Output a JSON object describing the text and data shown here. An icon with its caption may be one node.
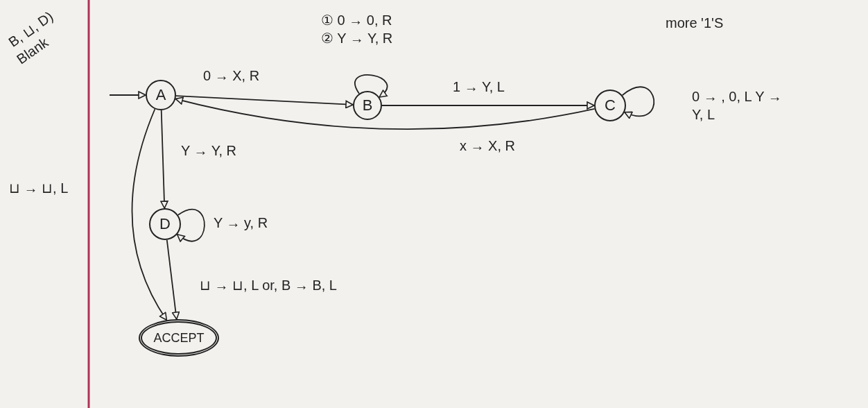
{
  "diagram": {
    "nodes": [
      {
        "text": [
          "A"
        ]
      },
      {
        "text": [
          "B"
        ]
      },
      {
        "text": [
          "C"
        ]
      },
      {
        "text": [
          "D"
        ]
      },
      {
        "text": [
          "ACCEPT"
        ]
      }
    ],
    "edges": [
      {
        "from": null,
        "to": 0,
        "arrow": "to"
      },
      {
        "from": 0,
        "to": 1,
        "arrow": "to",
        "label": "0 → X, R"
      },
      {
        "from": 1,
        "to": 1,
        "arrow": "to",
        "label": "① 0 → 0, R ② Y → Y, R"
      },
      {
        "from": 1,
        "to": 2,
        "arrow": "to",
        "label": "1 → Y, L"
      },
      {
        "from": 2,
        "to": 2,
        "arrow": "to",
        "label": "0 → , 0, L Y → Y, L"
      },
      {
        "from": 2,
        "to": 0,
        "arrow": "to",
        "label": "x → X, R"
      },
      {
        "from": 0,
        "to": 3,
        "arrow": "to",
        "label": "Y → Y, R"
      },
      {
        "from": 3,
        "to": 3,
        "arrow": "to",
        "label": "Y → y, R"
      },
      {
        "from": 0,
        "to": 4,
        "arrow": "to",
        "label": "⊔ → ⊔, L"
      },
      {
        "from": 3,
        "to": 4,
        "arrow": "to",
        "label": "⊔ → ⊔, L or, B → B, L"
      }
    ],
    "labels": [
      "B, ⊔, D)",
      "Blank",
      "more '1'S"
    ]
  }
}
